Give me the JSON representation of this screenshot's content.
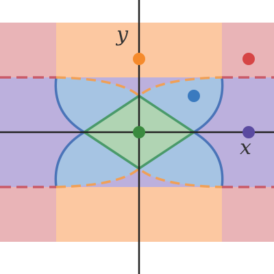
{
  "axes": {
    "x_label": "x",
    "y_label": "y"
  },
  "colors": {
    "outer_region": "#e9b4b7",
    "vertical_band": "#fcc8a1",
    "horizontal_band": "#bcb0dd",
    "lens_region": "#a6c4e3",
    "diamond_region": "#b0d4b3",
    "diamond_edge": "#4a9a6a",
    "dashed_orange": "#f0a057",
    "dashed_red": "#c95a68",
    "curve_blue": "#4a74b8",
    "axis": "#222222",
    "point_orange": "#f58a2b",
    "point_red": "#d64545",
    "point_blue": "#3a7abf",
    "point_purple": "#5a4aa0",
    "point_green": "#3a8a3f"
  },
  "points": [
    {
      "name": "point-orange",
      "color_key": "point_orange"
    },
    {
      "name": "point-red",
      "color_key": "point_red"
    },
    {
      "name": "point-blue",
      "color_key": "point_blue"
    },
    {
      "name": "point-purple",
      "color_key": "point_purple"
    },
    {
      "name": "point-green",
      "color_key": "point_green"
    }
  ]
}
